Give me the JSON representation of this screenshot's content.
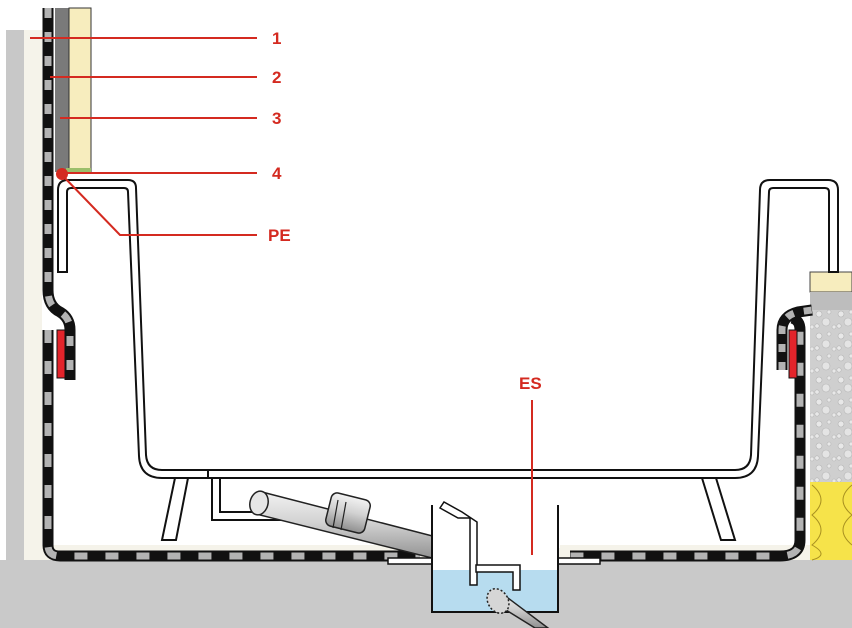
{
  "callouts": {
    "one": "1",
    "two": "2",
    "three": "3",
    "four": "4",
    "pe": "PE",
    "es": "ES"
  },
  "colors": {
    "callout": "#d42a20",
    "wall": "#c8c8c8",
    "floor": "#c9c9c9",
    "membrane": "#111111",
    "membrane_gap": "#b3b3b3",
    "tile": "#f7edbe",
    "water": "#b7dcef",
    "insulation": "#f6e34a",
    "gravel": "#cfcfcf",
    "sealing_strip": "#e3242b"
  }
}
